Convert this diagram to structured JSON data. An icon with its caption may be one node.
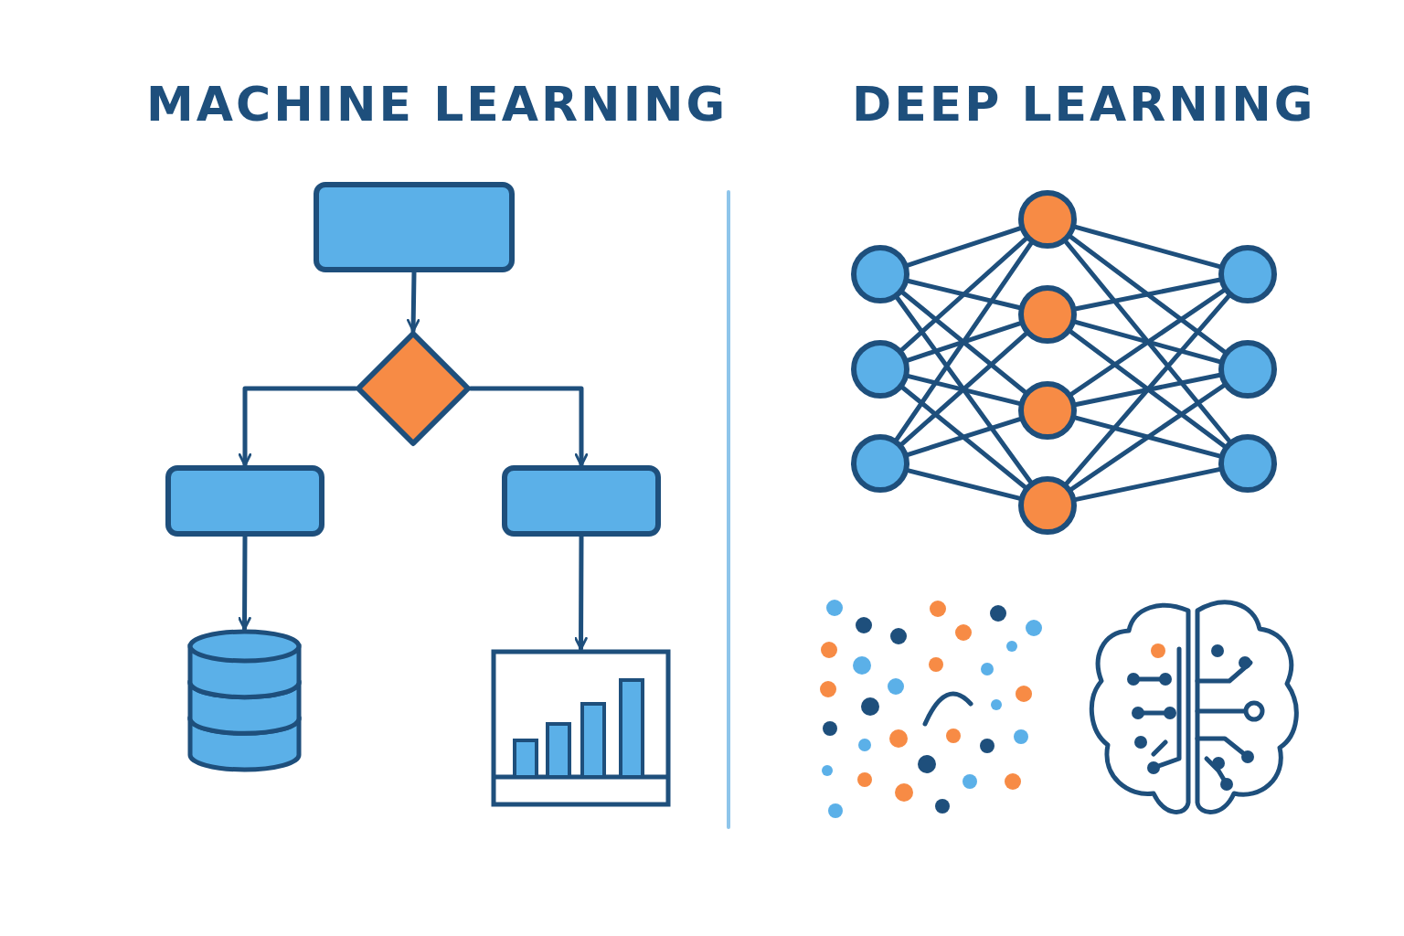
{
  "diagram": {
    "nodes": [
      {
        "text": [],
        "shape": "box"
      },
      {
        "text": [],
        "shape": "diamond"
      },
      {
        "text": [],
        "shape": "box"
      },
      {
        "text": [],
        "shape": "box"
      },
      {
        "text": [],
        "shape": "cylinder"
      },
      {
        "text": [],
        "shape": "picture"
      },
      {
        "text": [],
        "shape": "circle"
      },
      {
        "text": [],
        "shape": "circle"
      },
      {
        "text": [],
        "shape": "circle"
      },
      {
        "text": [],
        "shape": "circle"
      },
      {
        "text": [],
        "shape": "circle"
      },
      {
        "text": [],
        "shape": "circle"
      },
      {
        "text": [],
        "shape": "circle"
      },
      {
        "text": [],
        "shape": "circle"
      },
      {
        "text": [],
        "shape": "circle"
      },
      {
        "text": [],
        "shape": "circle"
      }
    ],
    "edges": [
      {
        "from": 0,
        "to": 1,
        "arrow": "to"
      },
      {
        "from": 1,
        "to": 2,
        "arrow": "to"
      },
      {
        "from": 1,
        "to": 3,
        "arrow": "to"
      },
      {
        "from": 2,
        "to": 4,
        "arrow": "to"
      },
      {
        "from": 3,
        "to": 5,
        "arrow": "to"
      },
      {
        "from": 6,
        "to": 9,
        "arrow": "none"
      },
      {
        "from": 6,
        "to": 10,
        "arrow": "none"
      },
      {
        "from": 6,
        "to": 11,
        "arrow": "none"
      },
      {
        "from": 6,
        "to": 12,
        "arrow": "none"
      },
      {
        "from": 7,
        "to": 9,
        "arrow": "none"
      },
      {
        "from": 7,
        "to": 10,
        "arrow": "none"
      },
      {
        "from": 7,
        "to": 11,
        "arrow": "none"
      },
      {
        "from": 7,
        "to": 12,
        "arrow": "none"
      },
      {
        "from": 8,
        "to": 9,
        "arrow": "none"
      },
      {
        "from": 8,
        "to": 10,
        "arrow": "none"
      },
      {
        "from": 8,
        "to": 11,
        "arrow": "none"
      },
      {
        "from": 8,
        "to": 12,
        "arrow": "none"
      },
      {
        "from": 9,
        "to": 13,
        "arrow": "none"
      },
      {
        "from": 9,
        "to": 14,
        "arrow": "none"
      },
      {
        "from": 9,
        "to": 15,
        "arrow": "none"
      },
      {
        "from": 10,
        "to": 13,
        "arrow": "none"
      },
      {
        "from": 10,
        "to": 14,
        "arrow": "none"
      },
      {
        "from": 10,
        "to": 15,
        "arrow": "none"
      },
      {
        "from": 11,
        "to": 13,
        "arrow": "none"
      },
      {
        "from": 11,
        "to": 14,
        "arrow": "none"
      },
      {
        "from": 11,
        "to": 15,
        "arrow": "none"
      },
      {
        "from": 12,
        "to": 13,
        "arrow": "none"
      },
      {
        "from": 12,
        "to": 14,
        "arrow": "none"
      },
      {
        "from": 12,
        "to": 15,
        "arrow": "none"
      }
    ],
    "labels": [
      "MACHINE LEARNING",
      "DEEP LEARNING"
    ]
  }
}
